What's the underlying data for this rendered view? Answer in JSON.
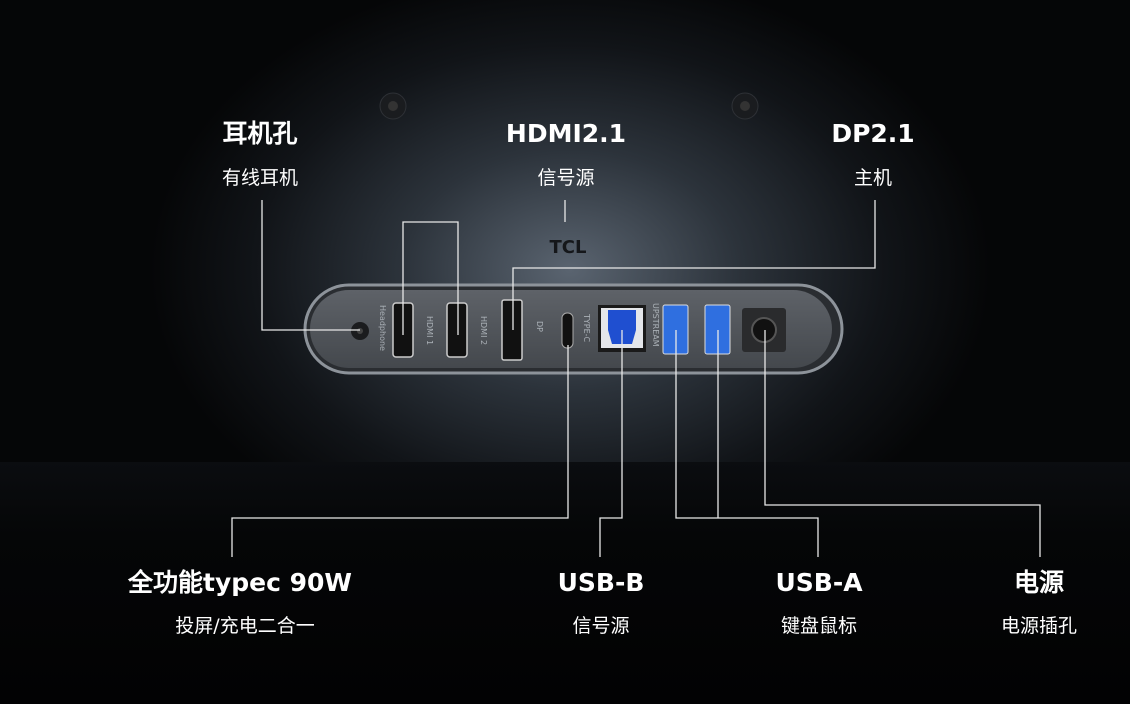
{
  "brand": "TCL",
  "panel_labels": {
    "headphone": "Headphone",
    "hdmi1": "HDMI 1",
    "hdmi2": "HDMI 2",
    "dp": "DP",
    "typec": "TYPE-C",
    "upstream": "UPSTREAM"
  },
  "callouts": {
    "headphone": {
      "title": "耳机孔",
      "sub": "有线耳机"
    },
    "hdmi": {
      "title": "HDMI2.1",
      "sub": "信号源"
    },
    "dp": {
      "title": "DP2.1",
      "sub": "主机"
    },
    "typec": {
      "title": "全功能typec 90W",
      "sub": "投屏/充电二合一"
    },
    "usbb": {
      "title": "USB-B",
      "sub": "信号源"
    },
    "usba": {
      "title": "USB-A",
      "sub": "键盘鼠标"
    },
    "power": {
      "title": "电源",
      "sub": "电源插孔"
    }
  },
  "colors": {
    "usb_blue": "#2f6fe0",
    "panel": "#55595f"
  }
}
